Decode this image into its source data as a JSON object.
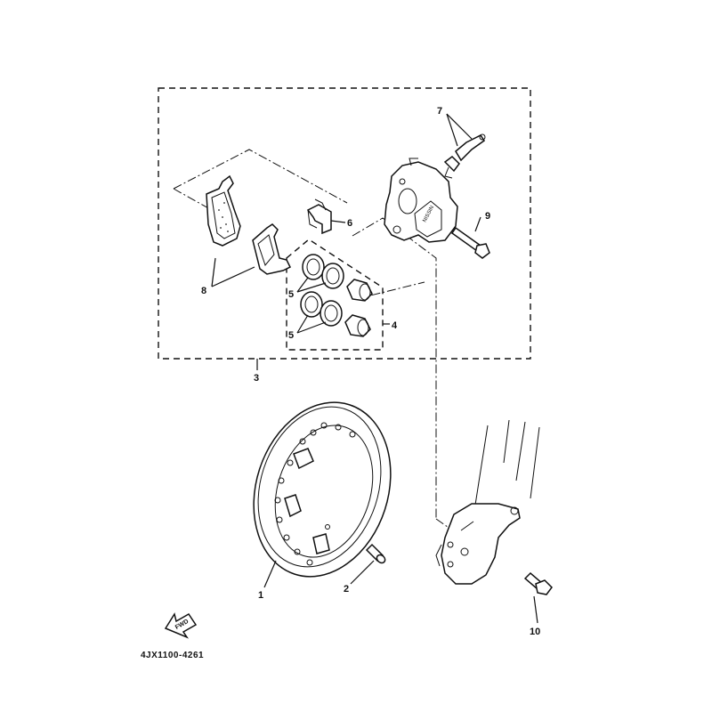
{
  "diagram": {
    "drawing_code": "4JX1100-4261",
    "fwd_arrow_label": "FWD",
    "caliper_marking": "NISSIN",
    "callouts": [
      {
        "id": "1",
        "label": "1"
      },
      {
        "id": "2",
        "label": "2"
      },
      {
        "id": "3",
        "label": "3"
      },
      {
        "id": "4",
        "label": "4"
      },
      {
        "id": "5a",
        "label": "5"
      },
      {
        "id": "5b",
        "label": "5"
      },
      {
        "id": "6",
        "label": "6"
      },
      {
        "id": "7",
        "label": "7"
      },
      {
        "id": "8",
        "label": "8"
      },
      {
        "id": "9",
        "label": "9"
      },
      {
        "id": "10",
        "label": "10"
      }
    ]
  }
}
